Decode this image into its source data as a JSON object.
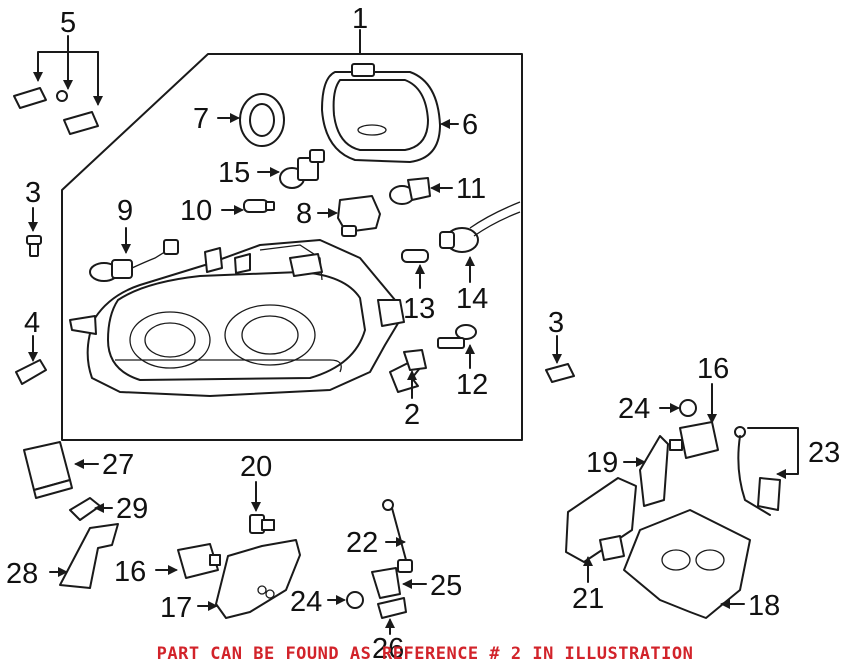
{
  "callouts": {
    "c1": "1",
    "c2": "2",
    "c3a": "3",
    "c3b": "3",
    "c4": "4",
    "c5": "5",
    "c6": "6",
    "c7": "7",
    "c8": "8",
    "c9": "9",
    "c10": "10",
    "c11": "11",
    "c12": "12",
    "c13": "13",
    "c14": "14",
    "c15": "15",
    "c16a": "16",
    "c16b": "16",
    "c17": "17",
    "c18": "18",
    "c19": "19",
    "c20": "20",
    "c21": "21",
    "c22": "22",
    "c23": "23",
    "c24a": "24",
    "c24b": "24",
    "c25": "25",
    "c26": "26",
    "c27": "27",
    "c28": "28",
    "c29": "29"
  },
  "caption": "PART CAN BE FOUND AS REFERENCE # 2 IN ILLUSTRATION",
  "colors": {
    "caption": "#d2232a",
    "lines": "#1a1a1a"
  }
}
